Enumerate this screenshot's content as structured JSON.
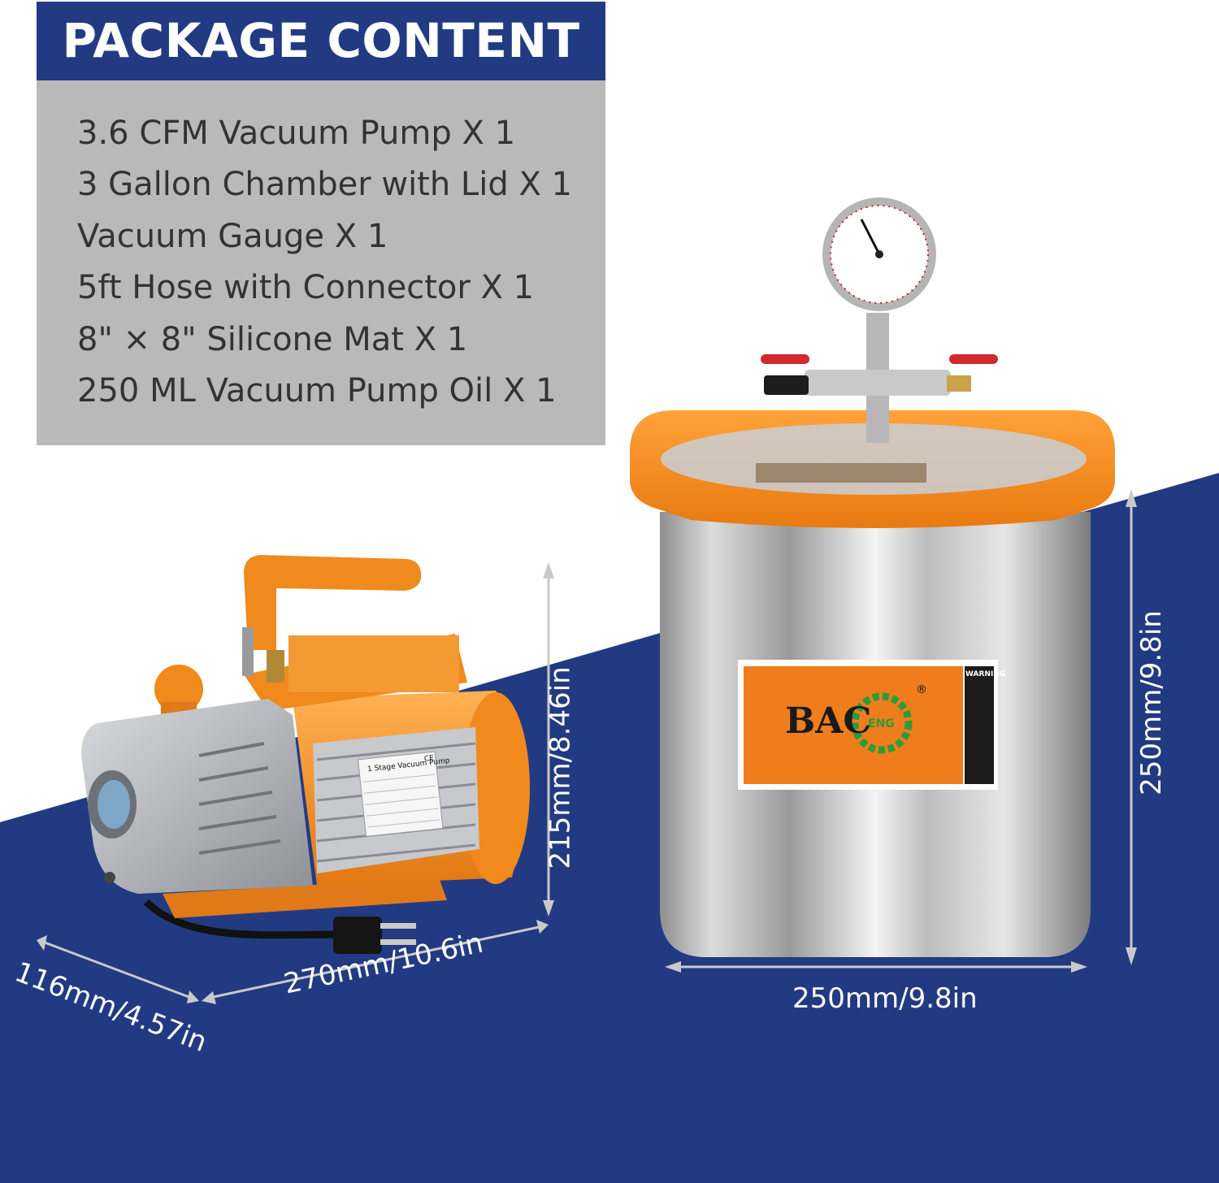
{
  "package": {
    "title": "PACKAGE CONTENT",
    "items": [
      "3.6 CFM Vacuum Pump X 1",
      "3 Gallon Chamber with Lid X 1",
      "Vacuum Gauge X 1",
      "5ft Hose with Connector X 1",
      "8\" × 8\" Silicone Mat X 1",
      "250 ML Vacuum Pump Oil X 1"
    ]
  },
  "dimensions": {
    "pump_height": "215mm/8.46in",
    "pump_length": "270mm/10.6in",
    "pump_width": "116mm/4.57in",
    "chamber_height": "250mm/9.8in",
    "chamber_diameter": "250mm/9.8in"
  },
  "pump_label": {
    "title": "1 Stage Vacuum Pump",
    "ce": "CE"
  },
  "chamber_label": {
    "brand": "BAC",
    "eng": "ENG",
    "registered": "®",
    "warning": "WARNING"
  },
  "colors": {
    "navy": "#223a82",
    "orange": "#f08a1c",
    "gray_box": "#b9b9b9"
  }
}
